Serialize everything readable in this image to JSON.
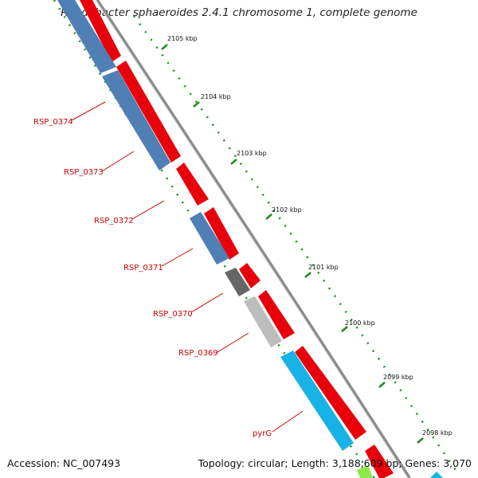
{
  "title": "Rhodobacter sphaeroides 2.4.1 chromosome 1, complete genome",
  "footer": {
    "accession": "Accession: NC_007493",
    "summary": "Topology: circular; Length: 3,188,609 bp; Genes: 3,070"
  },
  "scale_labels": [
    "2105 kbp",
    "2104 kbp",
    "2103 kbp",
    "2102 kbp",
    "2101 kbp",
    "2100 kbp",
    "2099 kbp",
    "2098 kbp"
  ],
  "gene_labels": [
    "RSP_0374",
    "RSP_0373",
    "RSP_0372",
    "RSP_0371",
    "RSP_0370",
    "RSP_0369",
    "pyrG"
  ],
  "colors": {
    "forward_gene": "#e8000a",
    "reverse_gene": "#4f7fb5",
    "gray_gene": "#666666",
    "light_gray_gene": "#bdbdbd",
    "cyan_gene": "#17b2e6",
    "scale_dots": "#1f8a1f",
    "backbone": "#8c8c8c",
    "label_text": "#cc0000"
  }
}
